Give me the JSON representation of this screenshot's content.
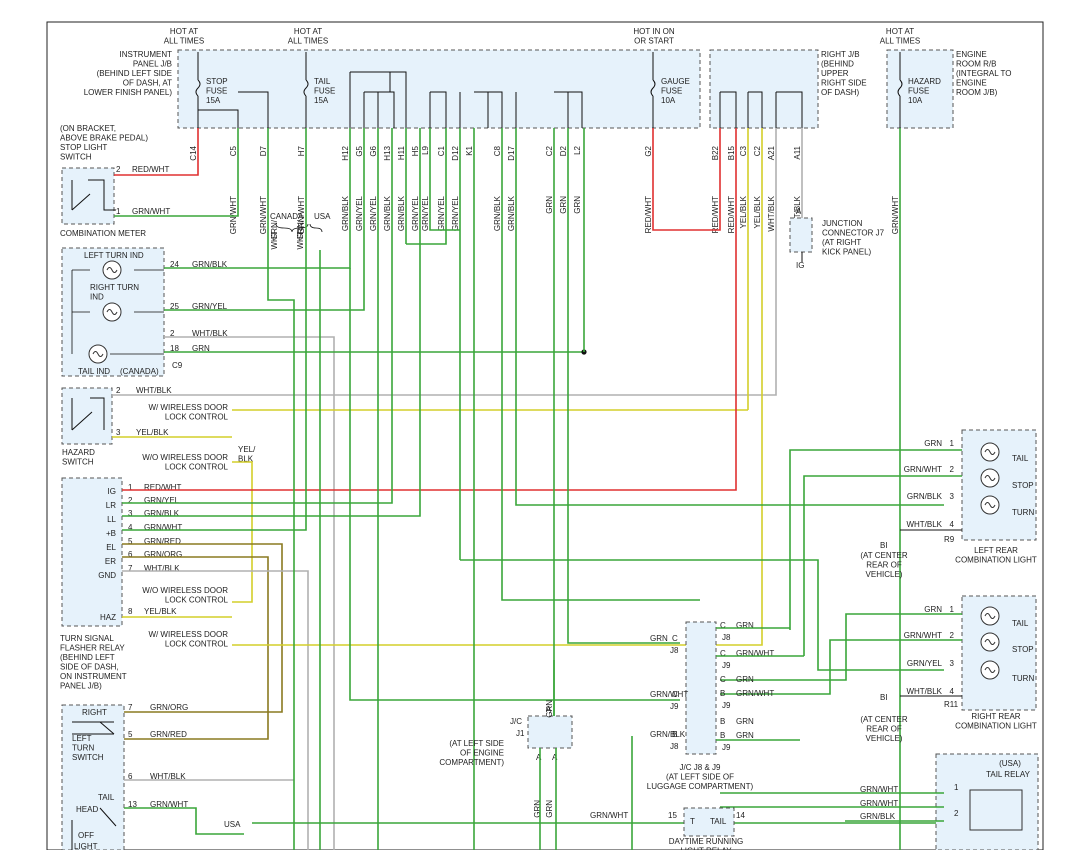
{
  "diagram": {
    "power": {
      "hot_all_1": [
        "HOT AT",
        "ALL TIMES"
      ],
      "hot_all_2": [
        "HOT AT",
        "ALL TIMES"
      ],
      "hot_on_start": [
        "HOT IN ON",
        "OR START"
      ],
      "hot_all_3": [
        "HOT AT",
        "ALL TIMES"
      ]
    },
    "ip_jb_label": [
      "INSTRUMENT",
      "PANEL J/B",
      "(BEHIND LEFT SIDE",
      "OF DASH, AT",
      "LOWER FINISH PANEL)"
    ],
    "fuses": {
      "stop": [
        "STOP",
        "FUSE",
        "15A"
      ],
      "tail": [
        "TAIL",
        "FUSE",
        "15A"
      ],
      "gauge": [
        "GAUGE",
        "FUSE",
        "10A"
      ],
      "hazard": [
        "HAZARD",
        "FUSE",
        "10A"
      ]
    },
    "right_jb_label": [
      "RIGHT J/B",
      "(BEHIND",
      "UPPER",
      "RIGHT SIDE",
      "OF DASH)"
    ],
    "engine_rb_label": [
      "ENGINE",
      "ROOM R/B",
      "(INTEGRAL TO",
      "ENGINE",
      "ROOM J/B)"
    ],
    "pins_ip": [
      "C14",
      "C5",
      "D7",
      "H7",
      "H12",
      "G5",
      "G6",
      "H13",
      "H11",
      "H5",
      "L9",
      "C1",
      "D12",
      "K1",
      "C8",
      "D17",
      "C2",
      "D2",
      "L2",
      "G2"
    ],
    "pins_rjb": [
      "B22",
      "B15",
      "C3",
      "C2",
      "A21",
      "A11"
    ],
    "wires_vertical": [
      "GRN/WHT",
      "GRN/WHT",
      "GRN/WHT",
      "GRN/BLK",
      "GRN/YEL",
      "GRN/YEL",
      "GRN/BLK",
      "GRN/BLK",
      "GRN/YEL",
      "GRN/YEL",
      "GRN/YEL",
      "GRN/YEL",
      "GRN/BLK",
      "GRN/BLK",
      "GRN",
      "GRN",
      "GRN",
      "RED/WHT",
      "RED/WHT",
      "RED/WHT",
      "YEL/BLK",
      "YEL/BLK",
      "WHT/BLK",
      "WHT/BLK",
      "GRN/WHT"
    ],
    "stop_switch": {
      "title": [
        "(ON BRACKET,",
        "ABOVE BRAKE PEDAL)",
        "STOP LIGHT",
        "SWITCH"
      ],
      "p2": "2",
      "w2": "RED/WHT",
      "p1": "1",
      "w1": "GRN/WHT"
    },
    "combination_meter": "COMBINATION METER",
    "canada": "CANADA",
    "usa": "USA",
    "canada_wire": [
      "GRN/",
      "WHT"
    ],
    "usa_wire": [
      "GRN/",
      "WHT"
    ],
    "junction_j7": {
      "pin": "A",
      "ig": "IG",
      "label": [
        "JUNCTION",
        "CONNECTOR J7",
        "(AT RIGHT",
        "KICK PANEL)"
      ]
    },
    "indicators": {
      "left": "LEFT TURN IND",
      "right": [
        "RIGHT TURN",
        "IND"
      ],
      "tail": "TAIL IND",
      "canada": "(CANADA)",
      "pins": [
        {
          "pin": "24",
          "wire": "GRN/BLK"
        },
        {
          "pin": "25",
          "wire": "GRN/YEL"
        },
        {
          "pin": "2",
          "wire": "WHT/BLK"
        },
        {
          "pin": "18",
          "wire": "GRN"
        }
      ],
      "conn": "C9"
    },
    "hazard_switch": {
      "label": [
        "HAZARD",
        "SWITCH"
      ],
      "p2": "2",
      "w2": "WHT/BLK",
      "p3": "3",
      "w3": "YEL/BLK",
      "w_lock": [
        "W/ WIRELESS DOOR",
        "LOCK CONTROL"
      ],
      "wo_lock": [
        "W/O WIRELESS DOOR",
        "LOCK CONTROL"
      ],
      "yel_blk": [
        "YEL/",
        "BLK"
      ]
    },
    "flasher": {
      "terms": [
        "IG",
        "LR",
        "LL",
        "+B",
        "EL",
        "ER",
        "GND",
        "HAZ"
      ],
      "pins": [
        {
          "pin": "1",
          "wire": "RED/WHT"
        },
        {
          "pin": "2",
          "wire": "GRN/YEL"
        },
        {
          "pin": "3",
          "wire": "GRN/BLK"
        },
        {
          "pin": "4",
          "wire": "GRN/WHT"
        },
        {
          "pin": "5",
          "wire": "GRN/RED"
        },
        {
          "pin": "6",
          "wire": "GRN/ORG"
        },
        {
          "pin": "7",
          "wire": "WHT/BLK"
        }
      ],
      "haz_pin": "8",
      "haz_wire": "YEL/BLK",
      "wo_lock": [
        "W/O WIRELESS DOOR",
        "LOCK CONTROL"
      ],
      "w_lock": [
        "W/ WIRELESS DOOR",
        "LOCK CONTROL"
      ],
      "label": [
        "TURN SIGNAL",
        "FLASHER RELAY",
        "(BEHIND LEFT",
        "SIDE OF DASH,",
        "ON INSTRUMENT",
        "PANEL J/B)"
      ]
    },
    "turn_switch": {
      "right": "RIGHT",
      "left": [
        "LEFT",
        "TURN",
        "SWITCH"
      ],
      "tail": "TAIL",
      "head": "HEAD",
      "off": "OFF",
      "light": "LIGHT",
      "pins": [
        {
          "pin": "7",
          "wire": "GRN/ORG"
        },
        {
          "pin": "5",
          "wire": "GRN/RED"
        },
        {
          "pin": "6",
          "wire": "WHT/BLK"
        },
        {
          "pin": "13",
          "wire": "GRN/WHT"
        }
      ],
      "usa": "USA"
    },
    "jc_engine": {
      "title": "J/C",
      "j1": "J1",
      "a": "A",
      "wire": "GRN",
      "label": [
        "(AT LEFT SIDE",
        "OF ENGINE",
        "COMPARTMENT)"
      ],
      "wires_below": [
        "GRN",
        "GRN"
      ]
    },
    "jc_luggage": {
      "left_wires": [
        {
          "wire": "GRN",
          "pin": "C",
          "conn": "J8"
        },
        {
          "wire": "GRN/WHT",
          "pin": "C",
          "conn": "J9"
        },
        {
          "wire": "GRN/BLK",
          "pin": "B",
          "conn": "J8"
        }
      ],
      "right_wires": [
        {
          "pin": "C",
          "wire": "GRN",
          "conn": "J8"
        },
        {
          "pin": "C",
          "wire": "GRN/WHT",
          "conn": "J9"
        },
        {
          "pin": "C",
          "wire": "GRN",
          "conn": ""
        },
        {
          "pin": "B",
          "wire": "GRN/WHT",
          "conn": "J9"
        },
        {
          "pin": "B",
          "wire": "GRN",
          "conn": ""
        },
        {
          "pin": "B",
          "wire": "GRN",
          "conn": "J9"
        }
      ],
      "label": [
        "J/C J8 & J9",
        "(AT LEFT SIDE OF",
        "LUGGAGE COMPARTMENT)"
      ]
    },
    "left_rear": {
      "pins": [
        {
          "pin": "1",
          "wire": "GRN"
        },
        {
          "pin": "2",
          "wire": "GRN/WHT"
        },
        {
          "pin": "3",
          "wire": "GRN/BLK"
        },
        {
          "pin": "4",
          "wire": "WHT/BLK"
        }
      ],
      "lamps": [
        "TAIL",
        "STOP",
        "TURN"
      ],
      "conn": "R9",
      "ground": "BI",
      "ground_label": [
        "(AT CENTER",
        "REAR OF",
        "VEHICLE)"
      ],
      "label": [
        "LEFT REAR",
        "COMBINATION LIGHT"
      ]
    },
    "right_rear": {
      "pins": [
        {
          "pin": "1",
          "wire": "GRN"
        },
        {
          "pin": "2",
          "wire": "GRN/WHT"
        },
        {
          "pin": "3",
          "wire": "GRN/YEL"
        },
        {
          "pin": "4",
          "wire": "WHT/BLK"
        }
      ],
      "lamps": [
        "TAIL",
        "STOP",
        "TURN"
      ],
      "conn": "R11",
      "ground": "BI",
      "ground_label": [
        "(AT CENTER",
        "REAR OF",
        "VEHICLE)"
      ],
      "label": [
        "RIGHT REAR",
        "COMBINATION LIGHT"
      ]
    },
    "tail_relay": {
      "usa": "(USA)",
      "title": "TAIL RELAY",
      "wires": [
        "GRN/WHT",
        "GRN/WHT",
        "GRN/BLK"
      ],
      "pins": [
        "1",
        "2"
      ]
    },
    "drl": {
      "label": [
        "DAYTIME RUNNING",
        "LIGHT RELAY"
      ],
      "t": "T",
      "tail": "TAIL",
      "p15": "15",
      "p14": "14",
      "wire": "GRN/WHT"
    }
  }
}
